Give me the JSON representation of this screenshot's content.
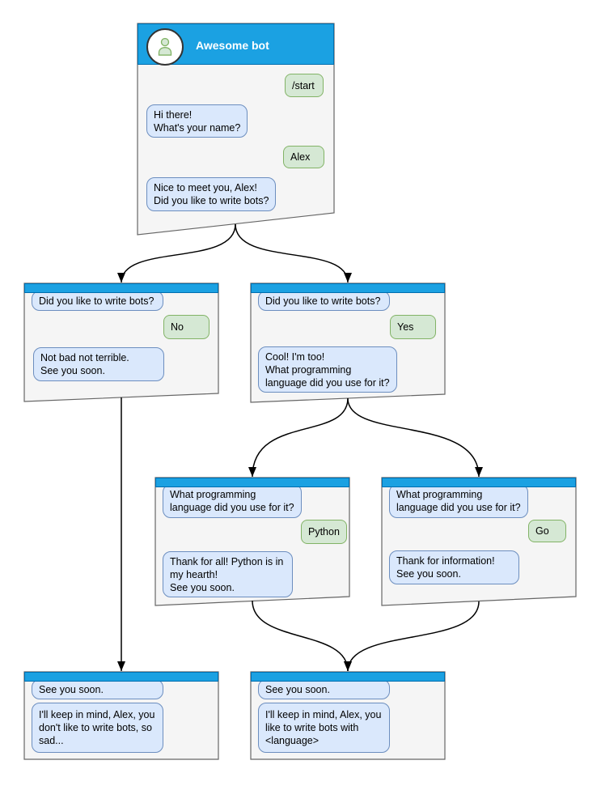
{
  "colors": {
    "header_blue": "#1BA1E2",
    "header_border": "#006EAF",
    "window_fill": "#F5F5F5",
    "window_border": "#666666",
    "bot_bubble_fill": "#DAE8FC",
    "bot_bubble_border": "#6C8EBF",
    "user_bubble_fill": "#D5E8D4",
    "user_bubble_border": "#82B366",
    "connector": "#000000"
  },
  "main_window": {
    "title": "Awesome bot",
    "avatar_icon": "person-icon",
    "messages": [
      {
        "side": "user",
        "text": "/start"
      },
      {
        "side": "bot",
        "text": "Hi there!\nWhat's your name?"
      },
      {
        "side": "user",
        "text": "Alex"
      },
      {
        "side": "bot",
        "text": "Nice to meet you, Alex!\nDid you like to write bots?"
      }
    ]
  },
  "branch_no": {
    "messages": [
      {
        "side": "bot",
        "text": "Did you like to write bots?"
      },
      {
        "side": "user",
        "text": "No"
      },
      {
        "side": "bot",
        "text": "Not bad not terrible.\nSee you soon."
      }
    ]
  },
  "branch_yes": {
    "messages": [
      {
        "side": "bot",
        "text": "Did you like to write bots?"
      },
      {
        "side": "user",
        "text": "Yes"
      },
      {
        "side": "bot",
        "text": "Cool! I'm too!\nWhat programming\nlanguage did you use for it?"
      }
    ]
  },
  "branch_python": {
    "messages": [
      {
        "side": "bot",
        "text": "What programming\nlanguage did you use for it?"
      },
      {
        "side": "user",
        "text": "Python"
      },
      {
        "side": "bot",
        "text": "Thank for all! Python is in\nmy hearth!\nSee you soon."
      }
    ]
  },
  "branch_go": {
    "messages": [
      {
        "side": "bot",
        "text": "What programming\nlanguage did you use for it?"
      },
      {
        "side": "user",
        "text": "Go"
      },
      {
        "side": "bot",
        "text": "Thank for information!\nSee you soon."
      }
    ]
  },
  "end_no": {
    "messages": [
      {
        "side": "bot",
        "text": "See you soon."
      },
      {
        "side": "bot",
        "text": "I'll keep in mind, Alex, you\ndon't like to write bots, so\nsad..."
      }
    ]
  },
  "end_yes": {
    "messages": [
      {
        "side": "bot",
        "text": "See you soon."
      },
      {
        "side": "bot",
        "text": "I'll keep in mind, Alex, you\nlike to write bots with\n<language>"
      }
    ]
  }
}
